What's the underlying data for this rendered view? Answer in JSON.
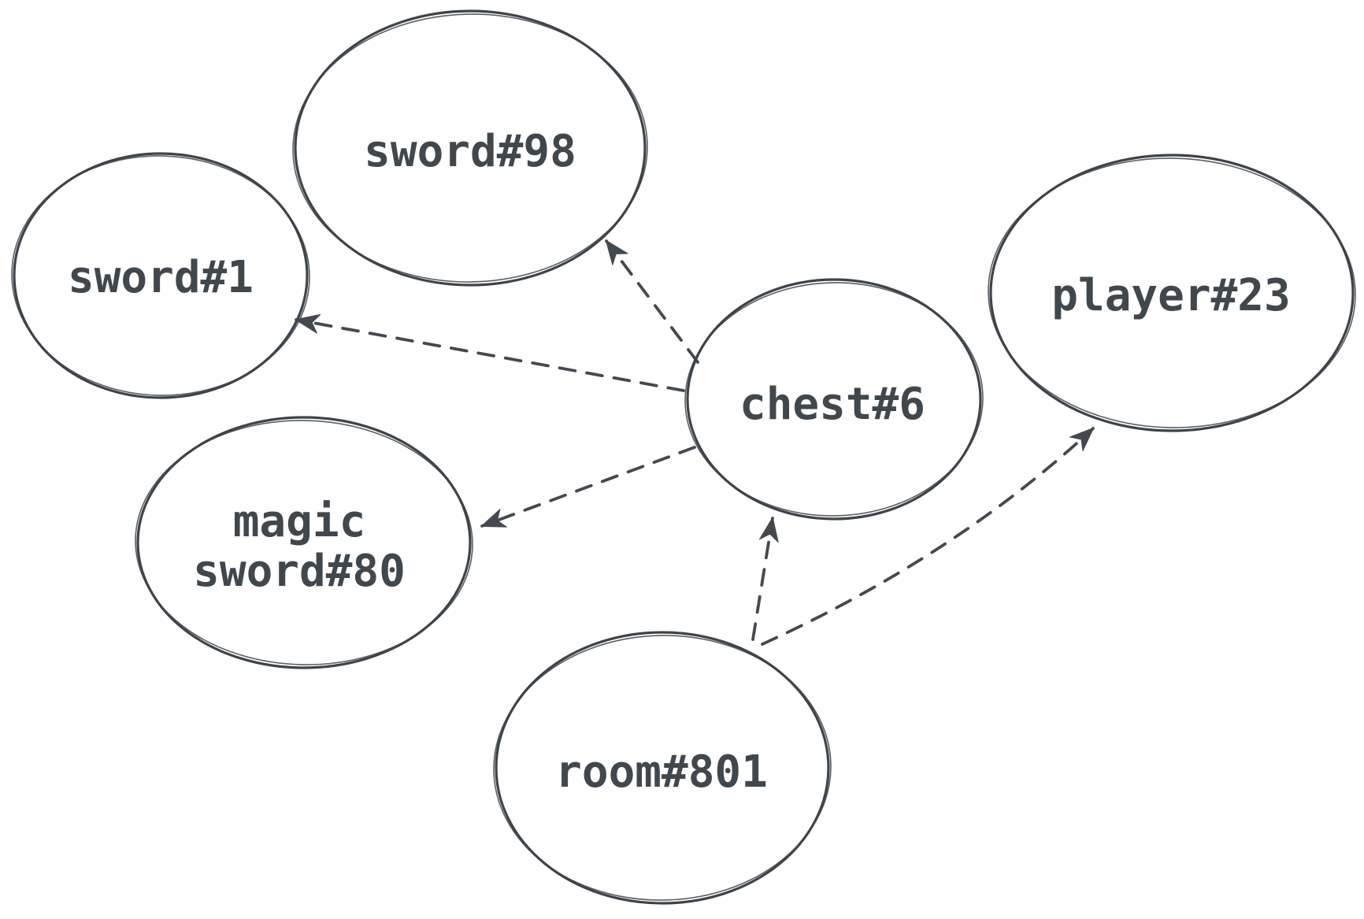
{
  "app": {
    "type": "hand-drawn-diagram",
    "background_color": "#ffffff"
  },
  "diagram": {
    "colors": {
      "node_stroke": "#3d4348",
      "label_text": "#40474d",
      "arrow": "#44494f",
      "green_fill": "#b2f2bb",
      "pink_fill": "#ffc9c9",
      "yellow_fill": "#ffec99",
      "blue_fill": "#a5d8ff"
    },
    "nodes": [
      {
        "id": "sword-1",
        "label": "sword#1",
        "fill_color": "#b2f2bb",
        "shape": "ellipse",
        "fill_style": "cross-hatch"
      },
      {
        "id": "sword-98",
        "label": "sword#98",
        "fill_color": "#b2f2bb",
        "shape": "ellipse",
        "fill_style": "cross-hatch"
      },
      {
        "id": "magic-sword-80",
        "label": "magic sword#80",
        "label_line1": "magic",
        "label_line2": "sword#80",
        "fill_color": "#b2f2bb",
        "shape": "ellipse",
        "fill_style": "cross-hatch"
      },
      {
        "id": "chest-6",
        "label": "chest#6",
        "fill_color": "#ffc9c9",
        "shape": "ellipse",
        "fill_style": "cross-hatch"
      },
      {
        "id": "player-23",
        "label": "player#23",
        "fill_color": "#ffec99",
        "shape": "ellipse",
        "fill_style": "cross-hatch"
      },
      {
        "id": "room-801",
        "label": "room#801",
        "fill_color": "#a5d8ff",
        "shape": "ellipse",
        "fill_style": "cross-hatch"
      }
    ],
    "edges": [
      {
        "from": "chest#6",
        "to": "sword#1",
        "style": "dashed",
        "arrowhead": "triangle"
      },
      {
        "from": "chest#6",
        "to": "sword#98",
        "style": "dashed",
        "arrowhead": "triangle"
      },
      {
        "from": "chest#6",
        "to": "magic sword#80",
        "style": "dashed",
        "arrowhead": "triangle"
      },
      {
        "from": "room#801",
        "to": "chest#6",
        "style": "dashed",
        "arrowhead": "triangle"
      },
      {
        "from": "room#801",
        "to": "player#23",
        "style": "dashed",
        "arrowhead": "triangle"
      }
    ]
  }
}
